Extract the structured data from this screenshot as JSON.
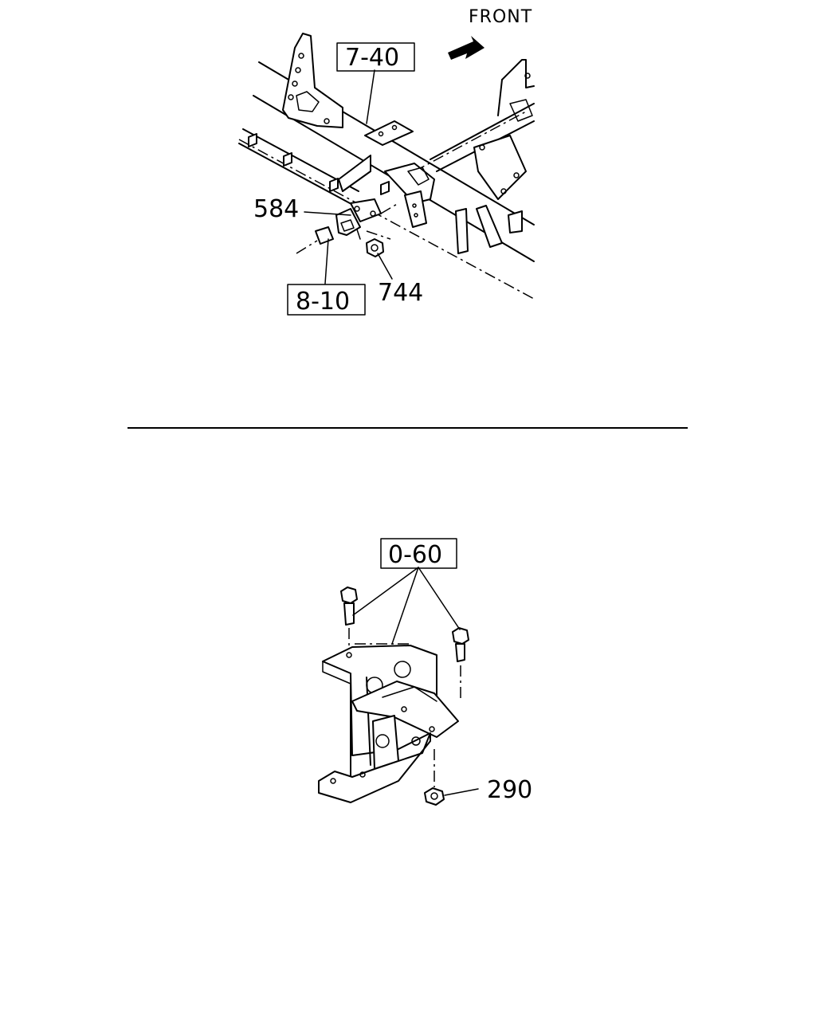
{
  "top_view": {
    "front_label": "FRONT",
    "ref_main": "7-40",
    "ref_connector": "8-10",
    "part_bracket": "584",
    "part_nut": "744"
  },
  "bottom_view": {
    "ref_bolts": "0-60",
    "part_nut": "290"
  }
}
